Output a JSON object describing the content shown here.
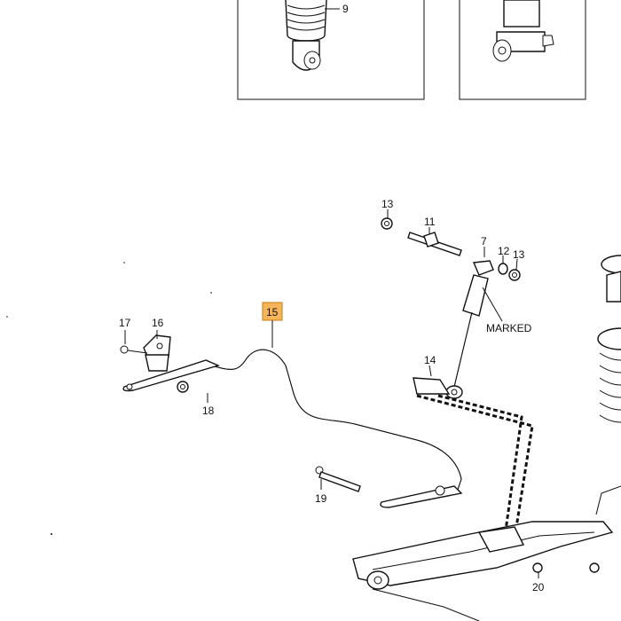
{
  "callouts": {
    "n9": "9",
    "n13a": "13",
    "n11": "11",
    "n7": "7",
    "n12": "12",
    "n13b": "13",
    "marked": "MARKED",
    "n15": "15",
    "n17": "17",
    "n16": "16",
    "n18": "18",
    "n14": "14",
    "n19": "19",
    "n20": "20"
  },
  "colors": {
    "highlight": "#f7b55a",
    "line": "#111111",
    "background": "#ffffff"
  }
}
